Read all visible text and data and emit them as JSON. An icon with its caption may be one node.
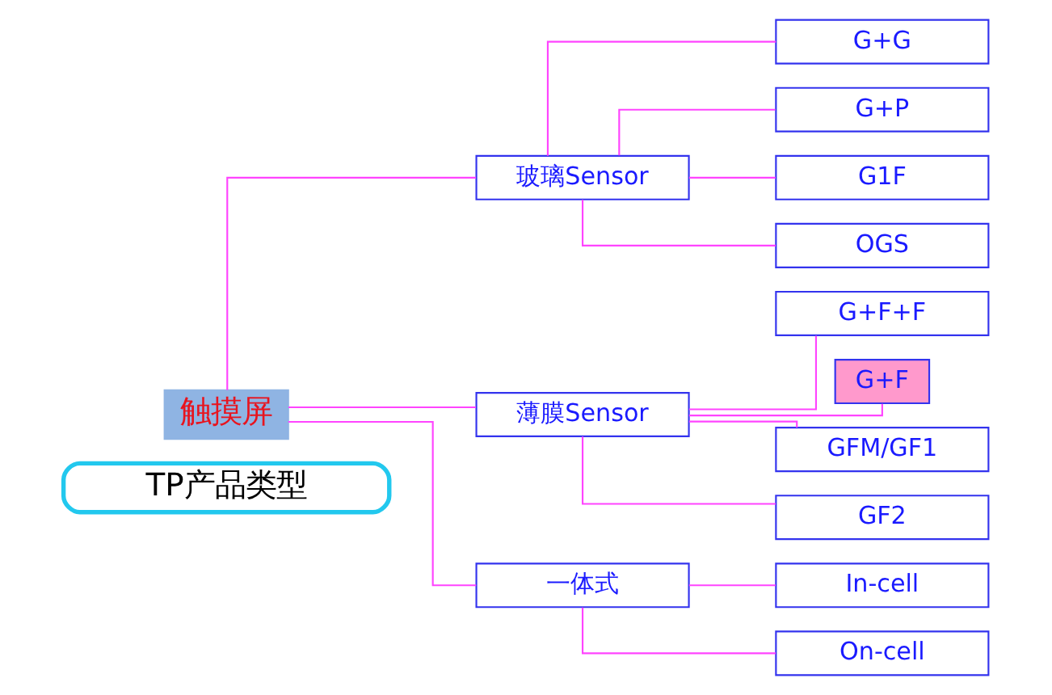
{
  "diagram": {
    "nodes": [
      {
        "text": [
          "TP产品类型"
        ]
      },
      {
        "text": [
          "触摸屏"
        ]
      },
      {
        "text": [
          "玻璃Sensor"
        ]
      },
      {
        "text": [
          "G+G"
        ]
      },
      {
        "text": [
          "G+P"
        ]
      },
      {
        "text": [
          "G1F"
        ]
      },
      {
        "text": [
          "OGS"
        ]
      },
      {
        "text": [
          "薄膜Sensor"
        ]
      },
      {
        "text": [
          "G+F+F"
        ]
      },
      {
        "text": [
          "G+F"
        ]
      },
      {
        "text": [
          "GFM/GF1"
        ]
      },
      {
        "text": [
          "GF2"
        ]
      },
      {
        "text": [
          "一体式"
        ]
      },
      {
        "text": [
          "In-cell"
        ]
      },
      {
        "text": [
          "On-cell"
        ]
      }
    ],
    "edges": [
      {
        "from": 1,
        "to": 2,
        "arrow": "none"
      },
      {
        "from": 1,
        "to": 7,
        "arrow": "none"
      },
      {
        "from": 1,
        "to": 12,
        "arrow": "none"
      },
      {
        "from": 2,
        "to": 3,
        "arrow": "none"
      },
      {
        "from": 2,
        "to": 4,
        "arrow": "none"
      },
      {
        "from": 2,
        "to": 5,
        "arrow": "none"
      },
      {
        "from": 2,
        "to": 6,
        "arrow": "none"
      },
      {
        "from": 7,
        "to": 8,
        "arrow": "none"
      },
      {
        "from": 7,
        "to": 9,
        "arrow": "none"
      },
      {
        "from": 7,
        "to": 10,
        "arrow": "none"
      },
      {
        "from": 7,
        "to": 11,
        "arrow": "none"
      },
      {
        "from": 12,
        "to": 13,
        "arrow": "none"
      },
      {
        "from": 12,
        "to": 14,
        "arrow": "none"
      }
    ]
  }
}
